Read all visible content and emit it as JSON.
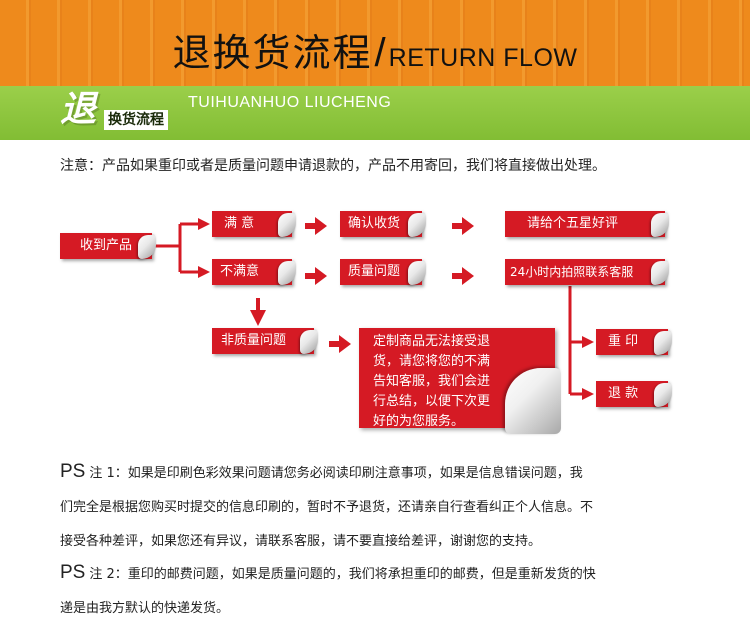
{
  "header": {
    "title_cn": "退换货流程",
    "slash": "/",
    "title_en": "RETURN FLOW",
    "band_big_char": "退",
    "band_sub": "换货流程",
    "band_pinyin": "TUIHUANHUO LIUCHENG"
  },
  "notice": "注意：产品如果重印或者是质量问题申请退款的，产品不用寄回，我们将直接做出处理。",
  "flow": {
    "start": "收到产品",
    "satisfied": "满 意",
    "unsatisfied": "不满意",
    "confirm_receipt": "确认收货",
    "five_star": "请给个五星好评",
    "quality_issue": "质量问题",
    "contact_service": "24小时内拍照联系客服",
    "non_quality": "非质量问题",
    "custom_note_lines": [
      "定制商品无法接受退",
      "货，请您将您的不满",
      "告知客服，我们会进",
      "行总结，以便下次更",
      "好的为您服务。"
    ],
    "reprint": "重 印",
    "refund": "退 款"
  },
  "notes": {
    "ps_tag": "PS",
    "note1_lines": [
      "注 1：如果是印刷色彩效果问题请您务必阅读印刷注意事项，如果是信息错误问题，我",
      "们完全是根据您购买时提交的信息印刷的，暂时不予退货，还请亲自行查看纠正个人信息。不",
      "接受各种差评，如果您还有异议，请联系客服，请不要直接给差评，谢谢您的支持。"
    ],
    "note2_lines": [
      "注 2：重印的邮费问题，如果是质量问题的，我们将承担重印的邮费，但是重新发货的快",
      "递是由我方默认的快递发货。"
    ]
  },
  "colors": {
    "header_orange": "#ee8a1c",
    "band_green": "#8cc63f",
    "box_red": "#d51a24"
  }
}
